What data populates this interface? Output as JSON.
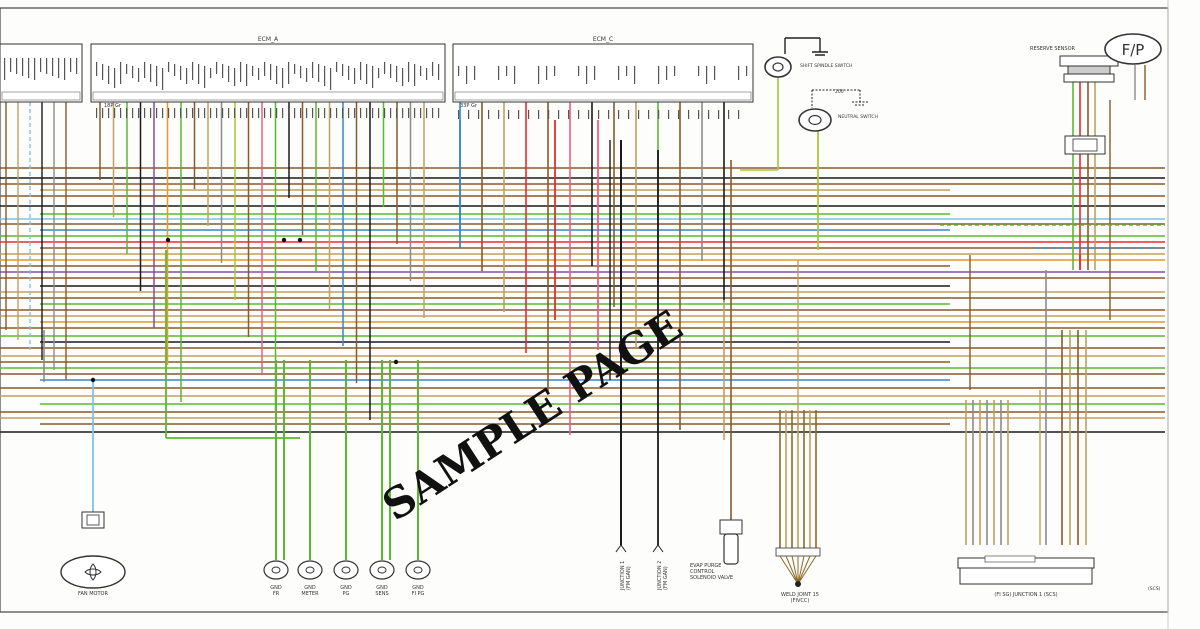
{
  "connectors": {
    "ecm_a": {
      "title": "ECM_A",
      "pins": [
        "18P Gr"
      ]
    },
    "ecm_c": {
      "title": "ECM_C",
      "pins": [
        "33P Gr"
      ]
    }
  },
  "switches": {
    "shift": "SHIFT SPINDLE SWITCH",
    "neutral": "NEUTRAL SWITCH",
    "neutral_code": "200"
  },
  "top_right": {
    "reserve": "RESERVE SENSOR",
    "fp_badge": "F/P"
  },
  "bottom_components": {
    "fan_motor": "FAN MOTOR",
    "gnd_fr": [
      "GND",
      "FR"
    ],
    "gnd_meter": [
      "GND",
      "METER"
    ],
    "gnd_pg": [
      "GND",
      "PG"
    ],
    "gnd_sens": [
      "GND",
      "SENS"
    ],
    "gnd_fpg": [
      "GND",
      "FI PG"
    ],
    "junction1": [
      "JUNCTION 1",
      "(FM GAN)"
    ],
    "junction2": [
      "JUNCTION 2",
      "(FM GAN)"
    ],
    "evap": [
      "EVAP PURGE",
      "CONTROL",
      "SOLENOID VALVE"
    ],
    "weld_joint": [
      "WELD JOINT 15",
      "(FIVCC)"
    ],
    "junction_right": "(FI SG)  JUNCTION 1  (SCS)",
    "right_code": "(SCS)"
  },
  "watermark": "SAMPLE PAGE",
  "colors": {
    "green": "#5cb832",
    "brown": "#8a5a2b",
    "black": "#1a1a1a",
    "blue": "#3a86c8",
    "red": "#e03030",
    "pink": "#e8608a",
    "gray": "#8c8c8c",
    "orange": "#e59a2a",
    "purple": "#8050a8",
    "yellow_green": "#a8c838",
    "tan": "#c0a060",
    "light_blue": "#7cc4e8"
  }
}
